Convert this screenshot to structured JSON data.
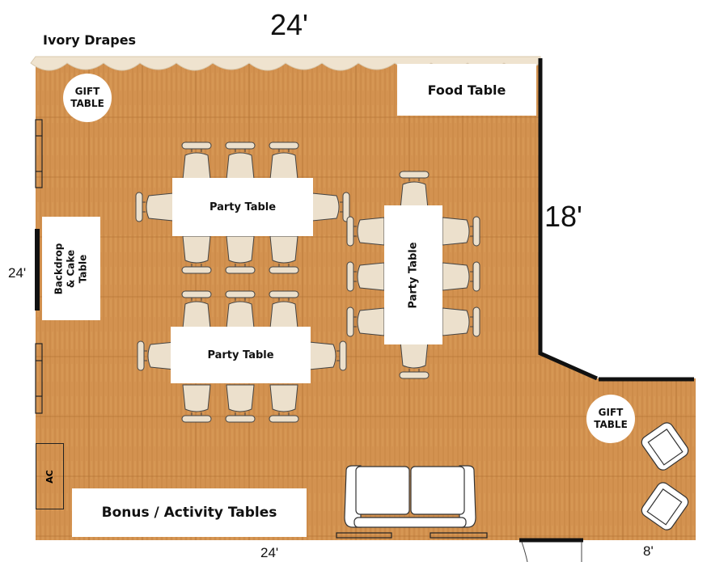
{
  "labels": {
    "drapes": "Ivory Drapes",
    "top_dim": "24'",
    "right_dim": "18'",
    "left_dim": "24'",
    "bottom_dim": "24'",
    "alcove_dim": "8'"
  },
  "tables": {
    "gift_1": "GIFT TABLE",
    "gift_2": "GIFT TABLE",
    "food": "Food Table",
    "party_1": "Party Table",
    "party_2": "Party Table",
    "party_3": "Party Table",
    "backdrop": "Backdrop & Cake Table",
    "ac": "AC",
    "bonus": "Bonus / Activity Tables"
  },
  "colors": {
    "floor": "#d08f4a",
    "grain": "#b97a38",
    "drape": "#efe3cf",
    "chair": "#ece0cc",
    "wall": "#111111"
  }
}
